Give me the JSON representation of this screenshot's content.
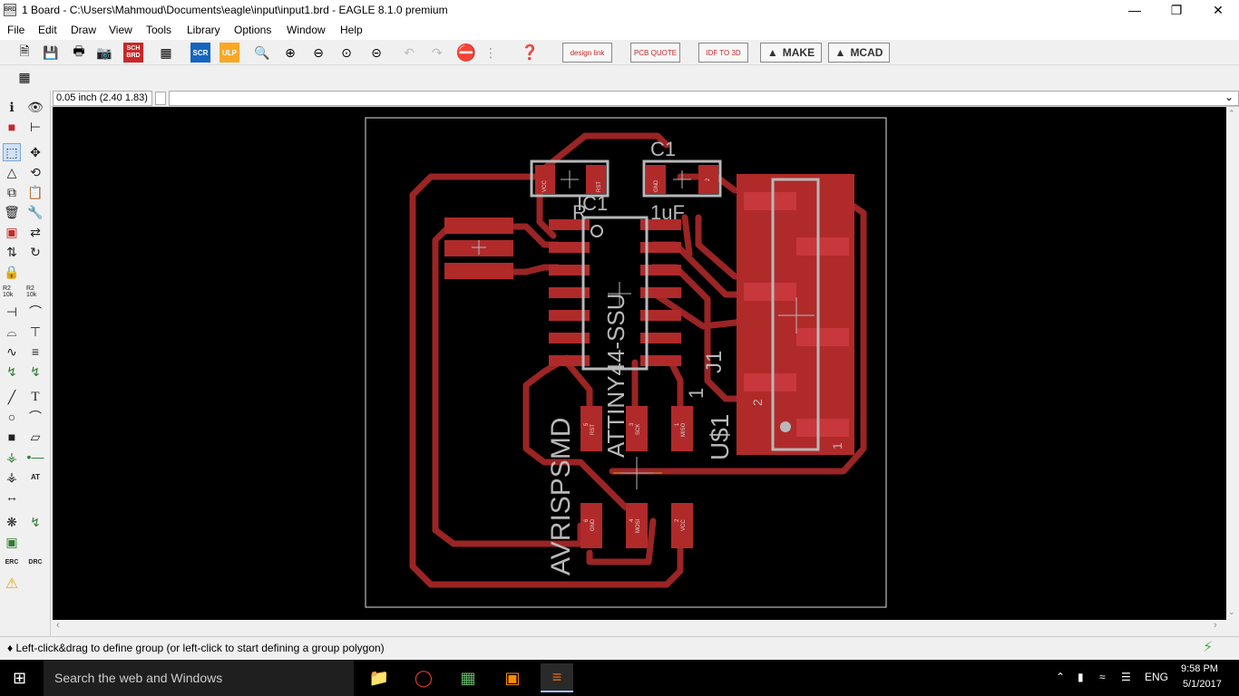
{
  "window": {
    "title": "1 Board - C:\\Users\\Mahmoud\\Documents\\eagle\\input\\input1.brd - EAGLE 8.1.0 premium",
    "app_icon_text": "BRD"
  },
  "menu": [
    "File",
    "Edit",
    "Draw",
    "View",
    "Tools",
    "Library",
    "Options",
    "Window",
    "Help"
  ],
  "toolbar": {
    "buttons": [
      "design link",
      "PCB QUOTE",
      "IDF TO 3D",
      "MAKE",
      "MCAD"
    ],
    "sch_brd_label": "SCH BRD",
    "scr_label": "SCR",
    "ulp_label": "ULP"
  },
  "coordinates": "0.05 inch (2.40 1.83)",
  "command_line": "",
  "left_tools": {
    "erc_label": "ERC",
    "drc_label": "DRC",
    "name_label": "R2 10k",
    "value_label": "R2 10k",
    "text_label": "T",
    "attr_label": "AT"
  },
  "board": {
    "labels": {
      "c1": "C1",
      "c1_value": "1uF",
      "ic1": "IC1",
      "r_prefix": "R",
      "ic1_value": "ATTINY44-SSU",
      "j1": "J1",
      "j1_pin1": "1",
      "j1_pin1b": "1",
      "j1_pin2": "2",
      "u1": "U$1",
      "avr": "AVRISPSMD"
    },
    "pad_labels": {
      "c_vcc": "VCC",
      "c_rst": "RST",
      "c1_gnd": "GND",
      "c1_2": "2",
      "isp_rst": "RST",
      "isp_rst_num": "5",
      "isp_sck": "SCK",
      "isp_sck_num": "3",
      "isp_miso": "MISO",
      "isp_miso_num": "1",
      "isp_gnd": "GND",
      "isp_gnd_num": "6",
      "isp_mosi": "MOSI",
      "isp_mosi_num": "4",
      "isp_vcc": "VCC",
      "isp_vcc_num": "2"
    },
    "colors": {
      "background": "#000000",
      "copper": "#9b2424",
      "pad": "#b02a2a",
      "silk": "#b8b8b8",
      "outline": "#e0e0e0"
    }
  },
  "status": "♦ Left-click&drag to define group (or left-click to start defining a group polygon)",
  "taskbar": {
    "search_placeholder": "Search the web and Windows",
    "language": "ENG",
    "time": "9:58 PM",
    "date": "5/1/2017"
  }
}
